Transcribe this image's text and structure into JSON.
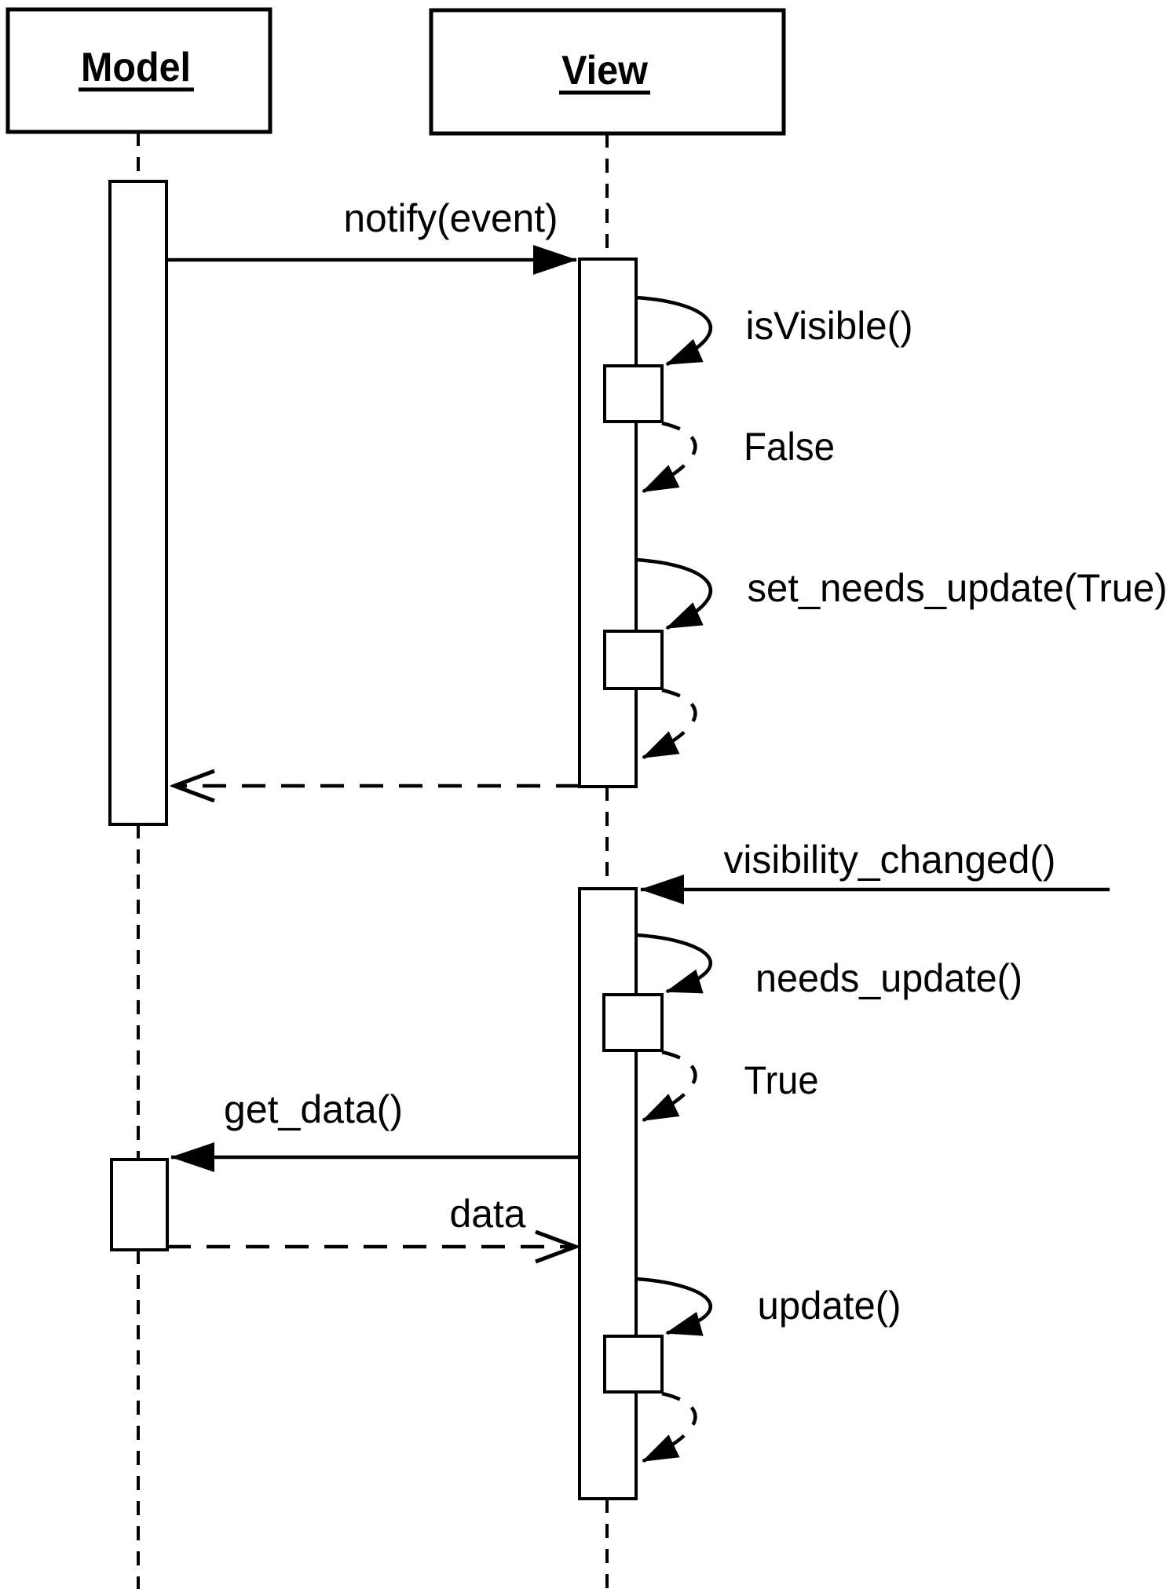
{
  "participants": [
    {
      "label": "Model"
    },
    {
      "label": "View"
    }
  ],
  "messages": {
    "notify": "notify(event)",
    "is_visible": "isVisible()",
    "false_return": "False",
    "set_needs_update": "set_needs_update(True)",
    "visibility_changed": "visibility_changed()",
    "needs_update": "needs_update()",
    "true_return": "True",
    "get_data": "get_data()",
    "data_return": "data",
    "update": "update()"
  },
  "colors": {
    "line": "#000000",
    "background": "#ffffff"
  }
}
